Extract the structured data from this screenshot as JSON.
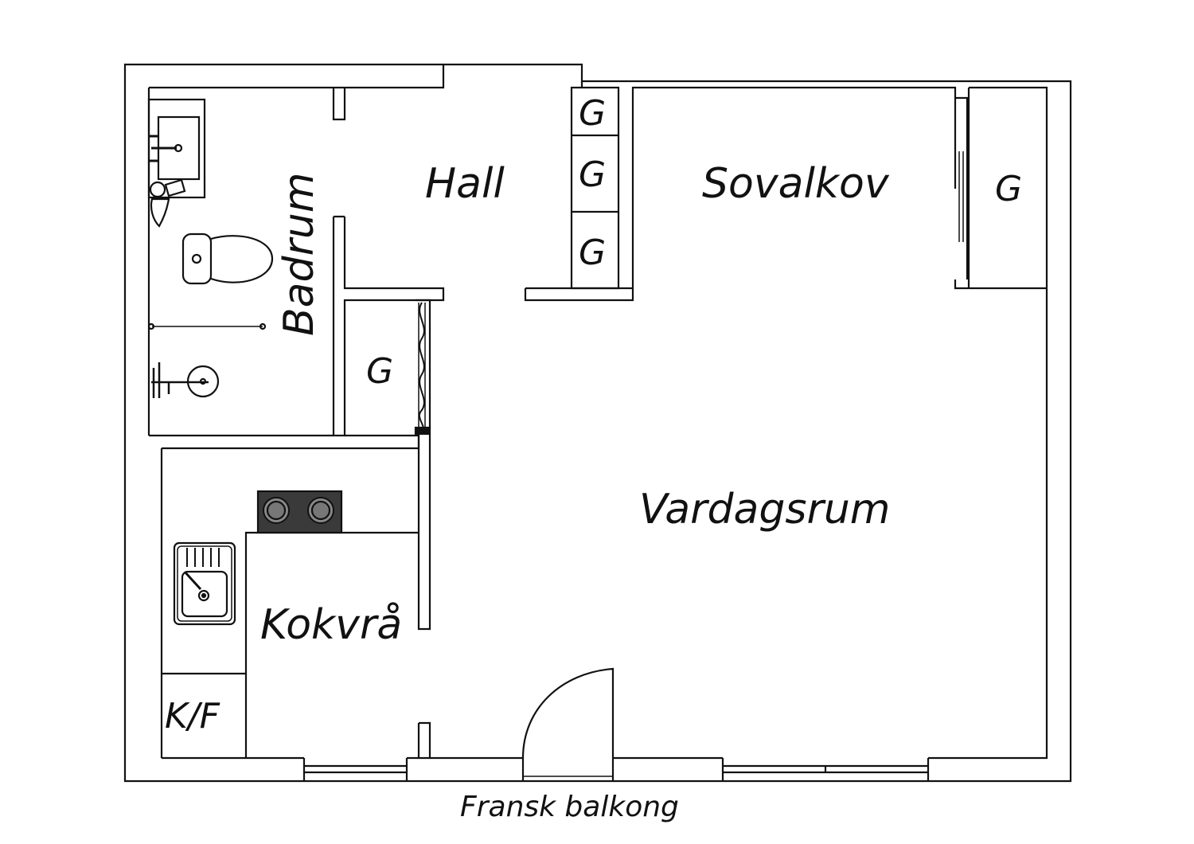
{
  "rooms": {
    "hall": "Hall",
    "sovalkov": "Sovalkov",
    "badrum": "Badrum",
    "vardagsrum": "Vardagsrum",
    "kokvra": "Kokvrå"
  },
  "storage": {
    "wardrobe_label": "G",
    "fridge_freezer": "K/F"
  },
  "balcony": "Fransk balkong",
  "colors": {
    "wall": "#111111",
    "stove": "#3a3a3a",
    "background": "#ffffff"
  }
}
